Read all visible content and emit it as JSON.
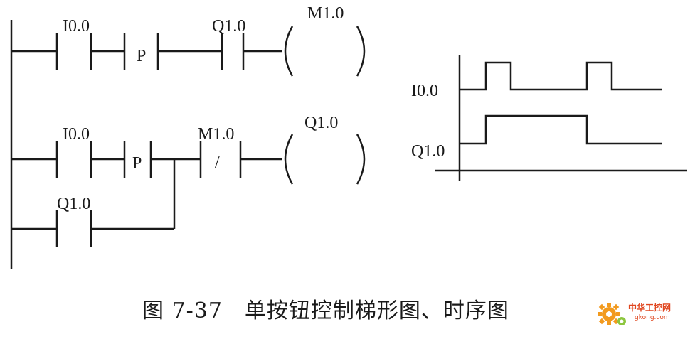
{
  "ladder": {
    "rung1": {
      "contact1_label": "I0.0",
      "edge_label": "P",
      "contact2_label": "Q1.0",
      "coil_label": "M1.0"
    },
    "rung2": {
      "contact1_label": "I0.0",
      "edge_label": "P",
      "nc_contact_label": "M1.0",
      "nc_symbol": "/",
      "coil_label": "Q1.0",
      "branch_contact_label": "Q1.0"
    }
  },
  "timing": {
    "signal1_label": "I0.0",
    "signal2_label": "Q1.0"
  },
  "caption": "图 7-37　单按钮控制梯形图、时序图",
  "watermark": {
    "logo_text": "中华工控网",
    "url_text": "gkong.com",
    "color": "#e0461f"
  }
}
